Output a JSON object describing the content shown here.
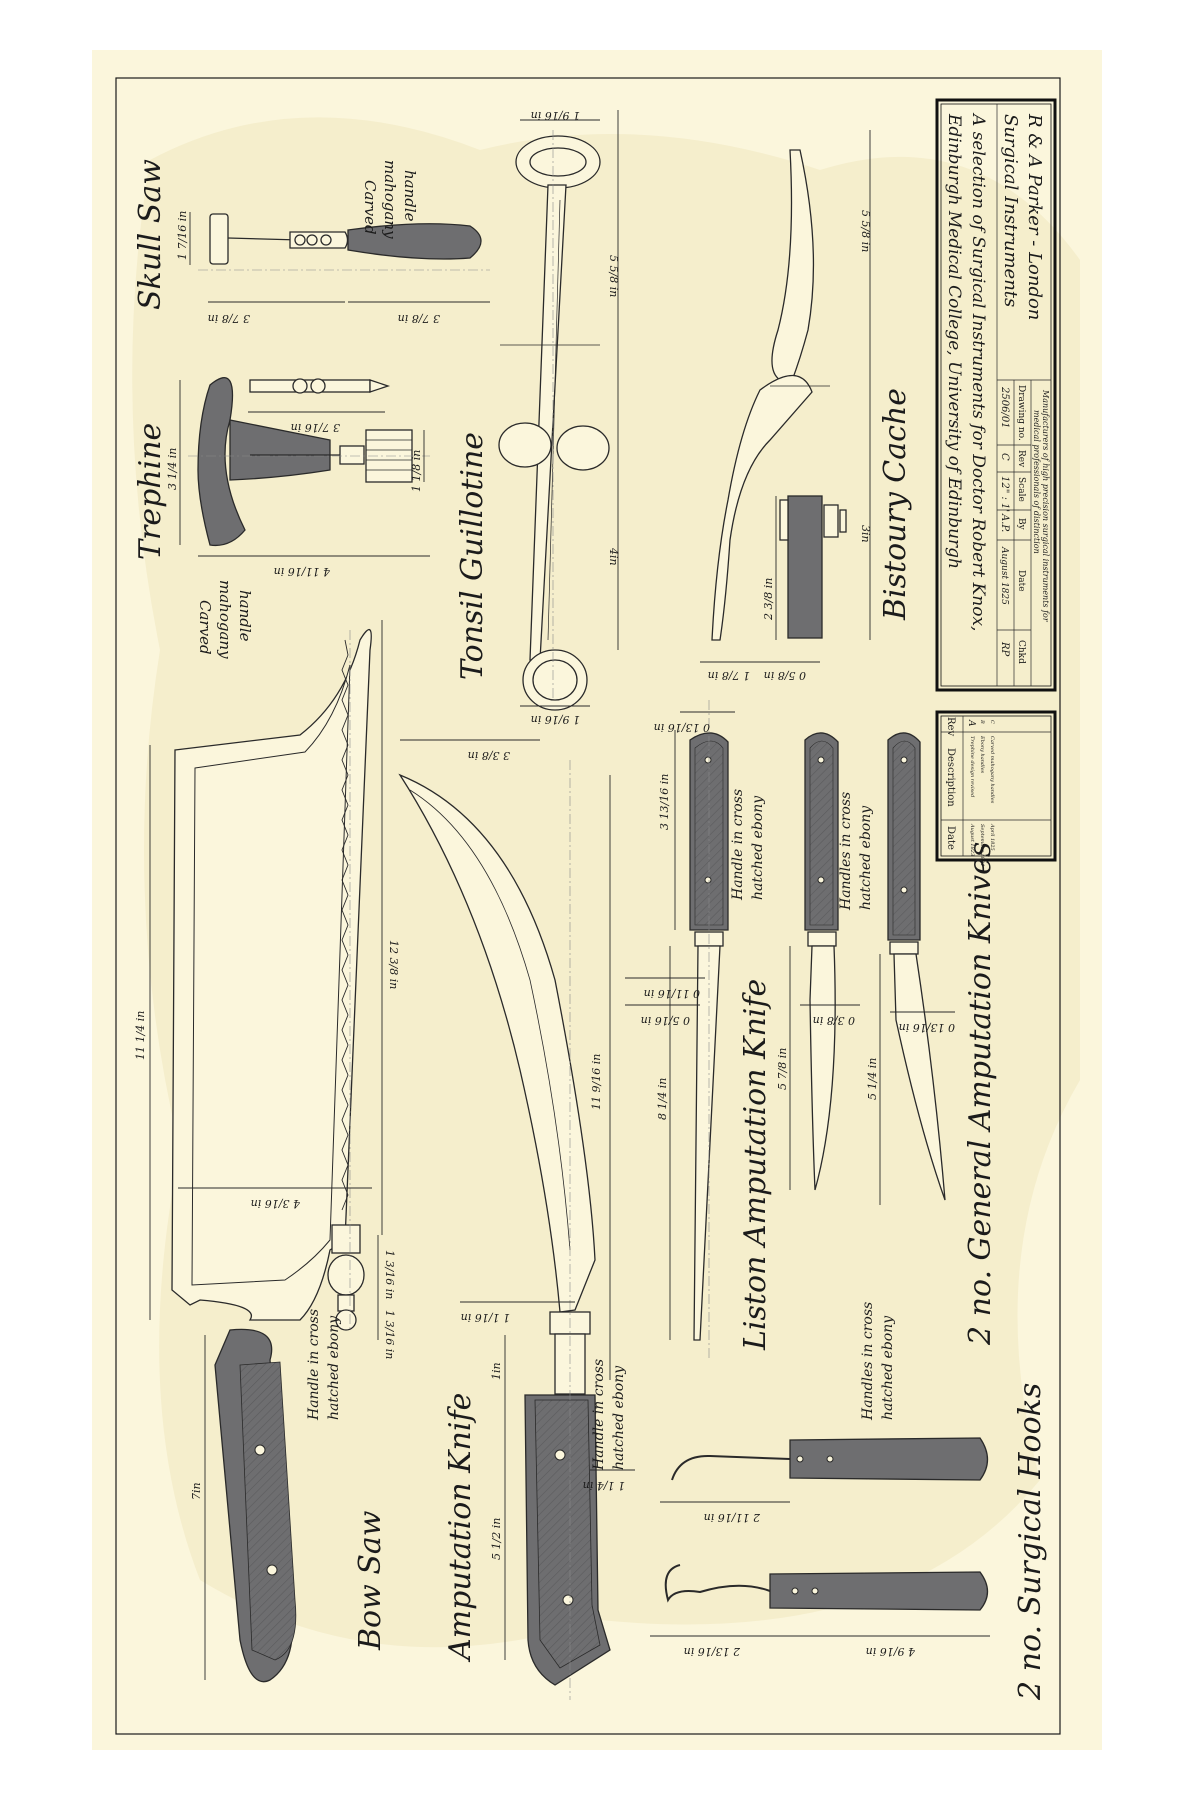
{
  "colors": {
    "paper": "#fbf6dc",
    "stain": "#f1e7c0",
    "ink": "#1b1b1b",
    "handle_fill": "#6e6e70"
  },
  "labels": {
    "skull_saw": "Skull Saw",
    "trephine": "Trephine",
    "tonsil_guillotine": "Tonsil Guillotine",
    "bistoury_cache": "Bistoury Cache",
    "bow_saw": "Bow Saw",
    "amputation_knife": "Amputation Knife",
    "liston_amputation_knife": "Liston Amputation Knife",
    "general_amputation_knives": "2 no. General Amputation Knives",
    "surgical_hooks": "2 no. Surgical Hooks"
  },
  "notes": {
    "carved_mahogany_1": "Carved",
    "carved_mahogany_2": "mahogany",
    "carved_mahogany_3": "handle",
    "handle_cross_1": "Handle in cross",
    "handle_cross_2": "hatched ebony",
    "handles_cross_1": "Handles in cross",
    "handles_cross_2": "hatched ebony"
  },
  "dimensions": {
    "skull_len": "3 7/8 in",
    "skull_handle": "3 7/8 in",
    "skull_head": "1 7/16 in",
    "trephine_len": "4 11/16 in",
    "trephine_handle": "3 1/4 in",
    "trephine_pin": "3 7/16 in",
    "trephine_crown": "1 1/8 in",
    "tonsil_ring": "1 9/16 in",
    "tonsil_len": "5 5/8 in",
    "tonsil_total": "4in",
    "tonsil_bottom": "1 9/16 in",
    "bistoury_len": "5 5/8 in",
    "bistoury_side": "3in",
    "bistoury_handle": "2 3/8 in",
    "bistoury_a": "1 7/8 in",
    "bistoury_b": "0 5/8 in",
    "bow_width": "11 1/4 in",
    "bow_blade": "12 3/8 in",
    "bow_depth": "4 3/16 in",
    "bow_knob_a": "1 3/16 in",
    "bow_knob_b": "1 3/16 in",
    "bow_handle": "7in",
    "amp_tip": "3 3/8 in",
    "amp_blade": "11 9/16 in",
    "amp_guard": "1 1/16 in",
    "amp_ferrule": "1in",
    "amp_handle": "5 1/2 in",
    "amp_handle_w": "1 1/4 in",
    "liston_end": "0 13/16 in",
    "liston_handle": "3 13/16 in",
    "liston_bolster": "0 11/16 in",
    "liston_ferrule": "0 5/16 in",
    "liston_blade": "8 1/4 in",
    "gen_blade_1": "5 7/8 in",
    "gen_blade_2": "5 1/4 in",
    "gen_bolster_1": "0 3/8 in",
    "gen_bolster_2": "0 13/16 in",
    "hook_1_tip": "2 11/16 in",
    "hook_2_tip": "2 13/16 in",
    "hook_2_handle": "4 9/16 in"
  },
  "title_block": {
    "maker": "R & A Parker - London",
    "subject": "Surgical Instruments",
    "dedication": "A selection of Surgical Instruments for Doctor Robert Knox,",
    "institution": "Edinburgh Medical College, University of Edinburgh",
    "tagline_1": "Manufacturers of high precision surgical instruments for",
    "tagline_2": "medical professionals of distinction",
    "headers": [
      "Drawing no.",
      "Rev",
      "Scale",
      "By",
      "Date",
      "Chkd"
    ],
    "values": [
      "2506/01",
      "C",
      "12\" : 1'",
      "A.P.",
      "August 1825",
      "RP"
    ]
  },
  "revisions": {
    "headers": [
      "Rev",
      "Description",
      "Date"
    ],
    "rows": [
      {
        "rev": "C",
        "description": "Carved mahogany handles",
        "date": "April 1825"
      },
      {
        "rev": "B",
        "description": "Ebony handles",
        "date": "September 1824"
      },
      {
        "rev": "A",
        "description": "Trephine design revised",
        "date": "August 1823"
      }
    ]
  }
}
